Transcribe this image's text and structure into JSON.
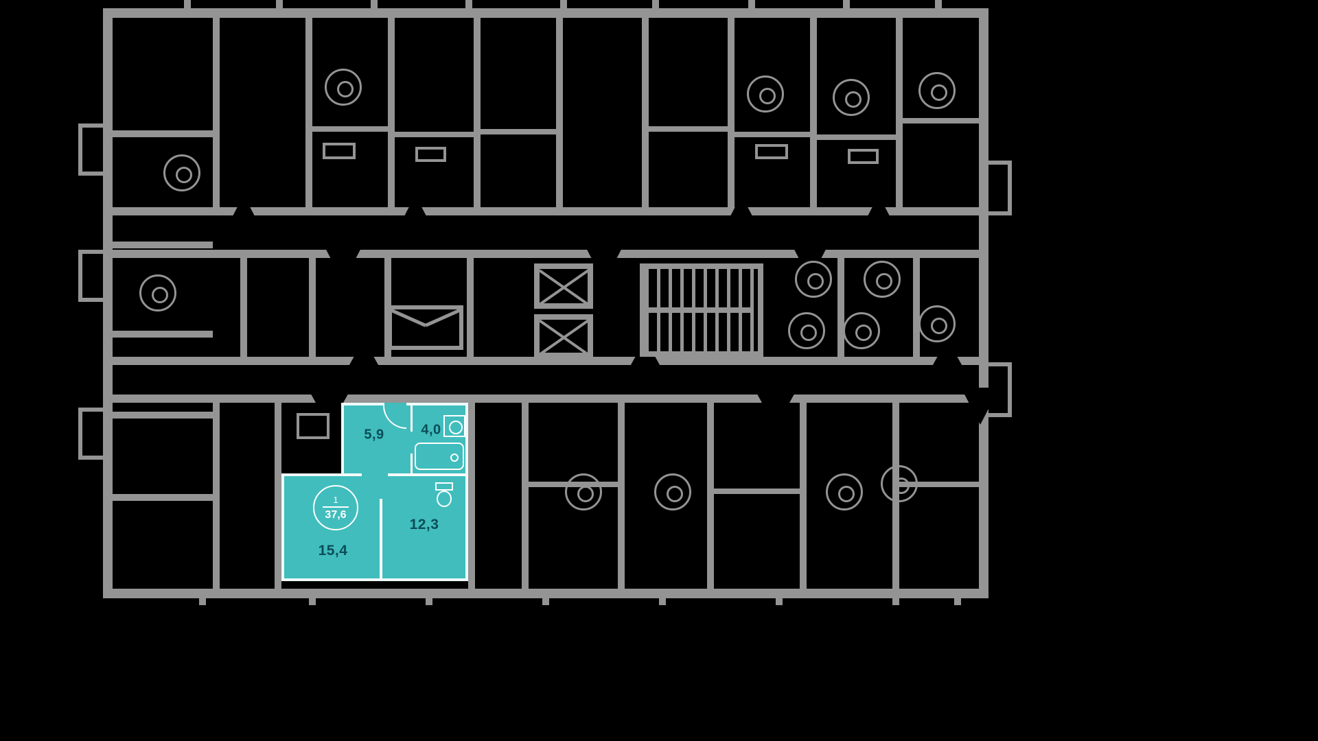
{
  "page": {
    "background": "#000000"
  },
  "plan": {
    "wall_color": "#949494",
    "highlight_color": "#41bdbd",
    "highlight_wall_color": "#eef9f9",
    "label_color": "#0b4d57",
    "badge_text_color": "#ffffff"
  },
  "apartment": {
    "badge": {
      "rooms": "1",
      "area": "37,6"
    },
    "room_areas": {
      "hallway": "5,9",
      "bathroom": "4,0",
      "living_room": "12,3",
      "kitchen": "15,4"
    }
  },
  "icons": {
    "appliance": "appliance-circle-icon",
    "stairs": "stairs-icon",
    "elevator": "elevator-icon",
    "mailboxes": "mailboxes-icon",
    "bathtub": "bathtub-icon",
    "toilet": "toilet-icon",
    "washing_machine": "washing-machine-icon",
    "door_swing": "door-swing-icon"
  }
}
